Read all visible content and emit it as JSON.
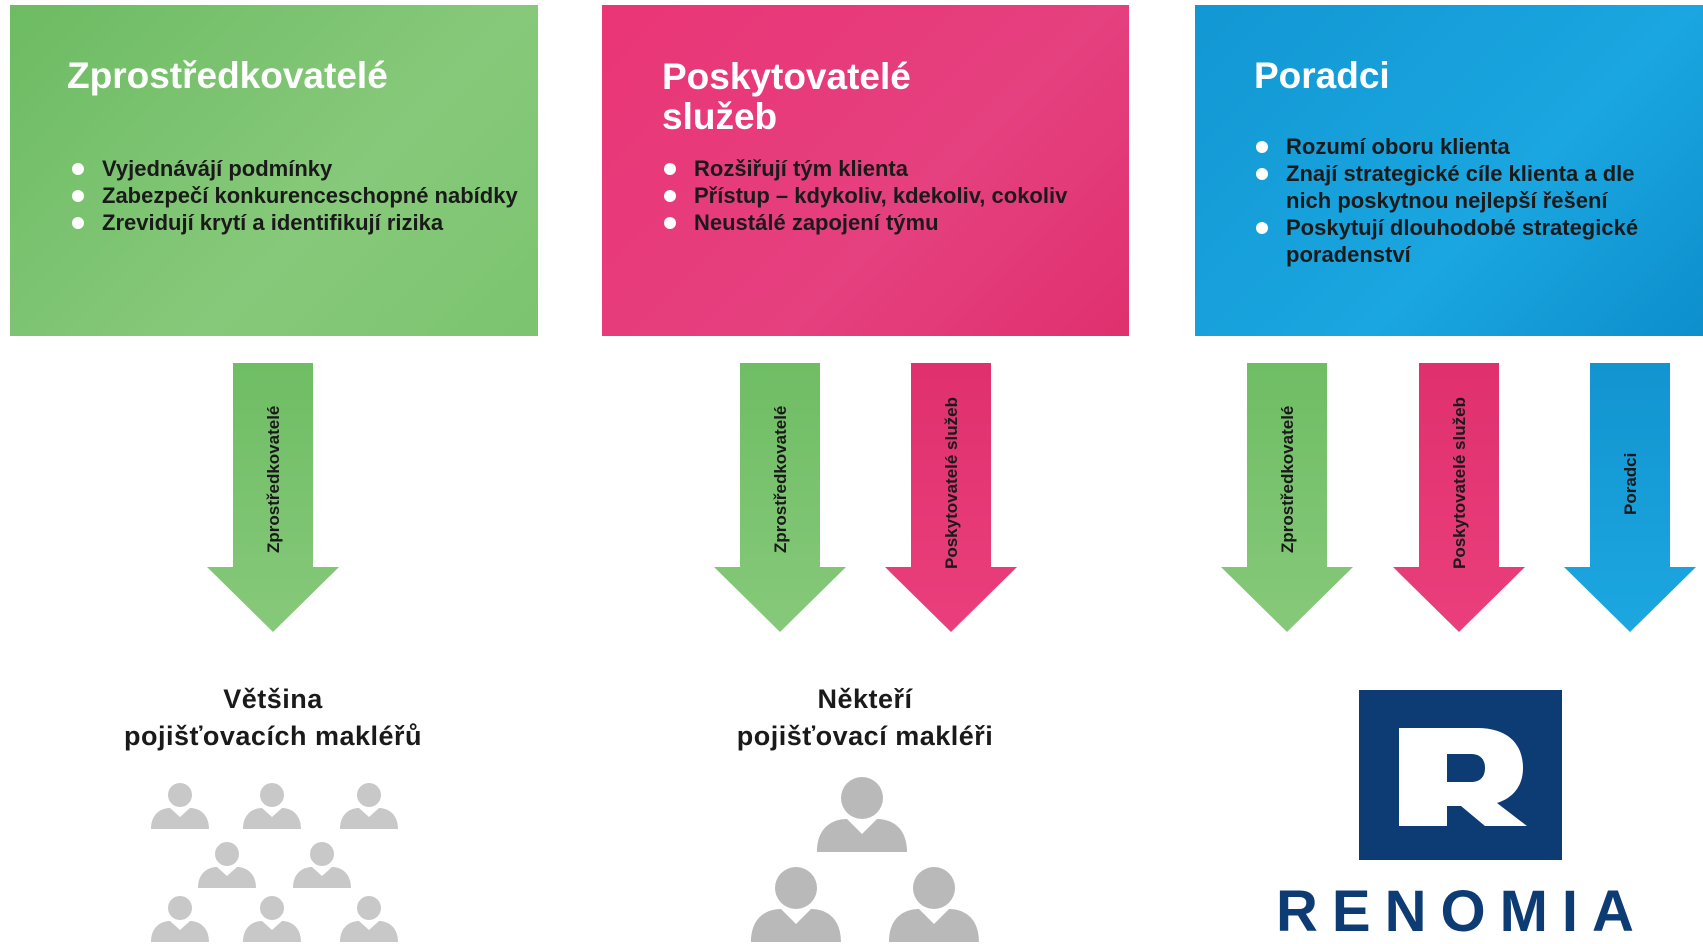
{
  "colors": {
    "green": "#7cc46f",
    "pink": "#e5407f",
    "blue": "#1aa6e0",
    "navy": "#0d3b74",
    "person_gray": "#c4c4c4"
  },
  "cards": {
    "intermediaries": {
      "title": "Zprostředkovatelé",
      "bullets": [
        "Vyjednávájí podmínky",
        "Zabezpečí konkurenceschopné nabídky",
        "Zrevidují krytí a identifikují rizika"
      ]
    },
    "service_providers": {
      "title_line1": "Poskytovatelé",
      "title_line2": "služeb",
      "bullets": [
        "Rozšiřují tým klienta",
        "Přístup – kdykoliv, kdekoliv, cokoliv",
        "Neustálé zapojení týmu"
      ]
    },
    "advisors": {
      "title": "Poradci",
      "bullets": [
        "Rozumí oboru klienta",
        "Znají strategické cíle klienta a dle nich poskytnou nejlepší řešení",
        "Poskytují dlouhodobé strategické poradenství"
      ]
    }
  },
  "arrow_labels": {
    "intermediaries": "Zprostředkovatelé",
    "service_providers": "Poskytovatelé služeb",
    "advisors": "Poradci"
  },
  "captions": {
    "most_line1": "Většina",
    "most_line2": "pojišťovacích makléřů",
    "some_line1": "Někteří",
    "some_line2": "pojišťovací makléři"
  },
  "logo": {
    "letter": "R",
    "word": "RENOMIA"
  }
}
